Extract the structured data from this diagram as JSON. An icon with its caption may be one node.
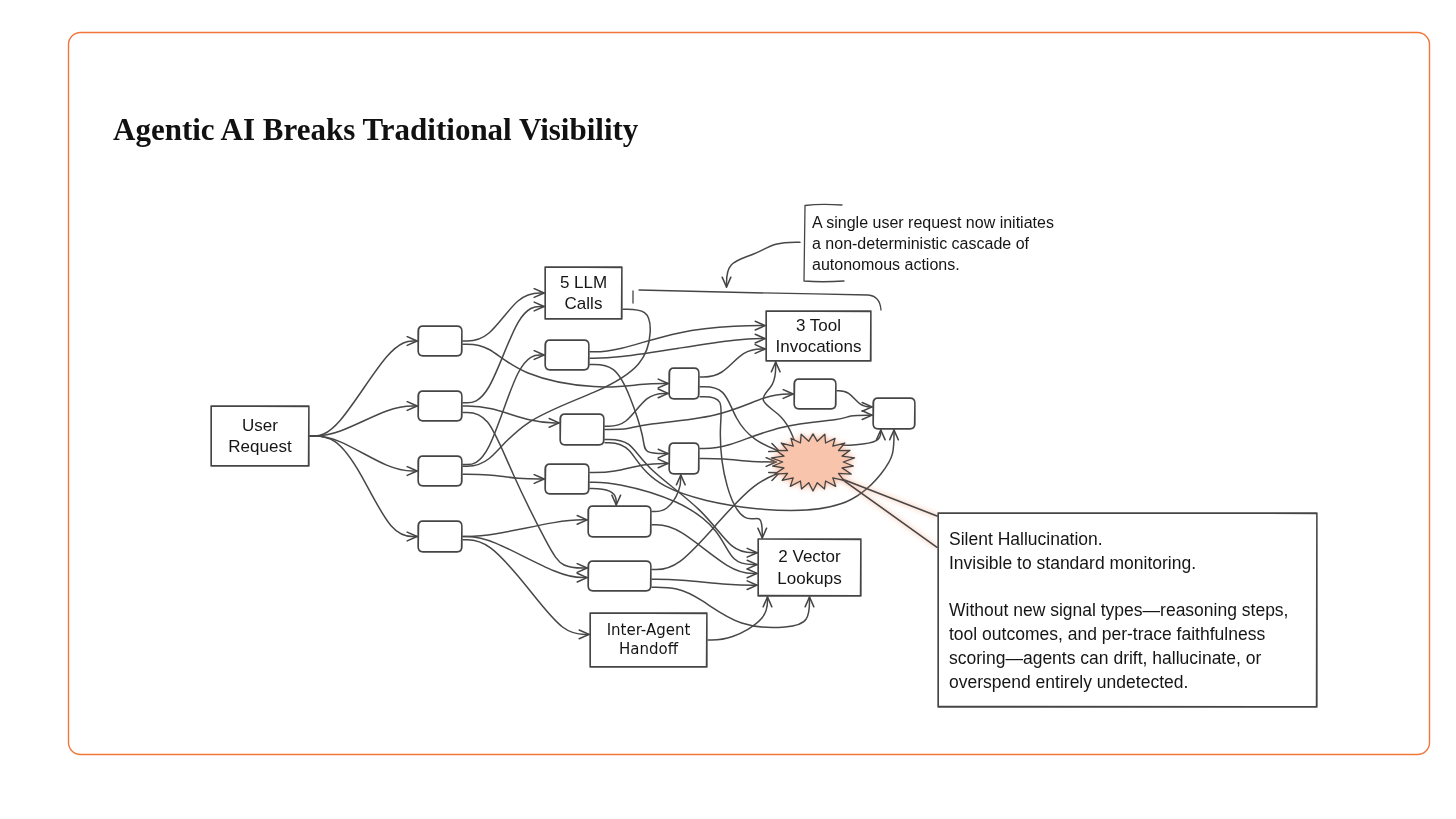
{
  "diagram": {
    "title": "Agentic AI Breaks Traditional Visibility",
    "nodes": [
      {
        "text": [
          "User Request"
        ]
      },
      {
        "text": [],
        "shape": "box"
      },
      {
        "text": [],
        "shape": "box"
      },
      {
        "text": [],
        "shape": "box"
      },
      {
        "text": [],
        "shape": "box"
      },
      {
        "text": [
          "5 LLM Calls"
        ]
      },
      {
        "text": [],
        "shape": "box"
      },
      {
        "text": [],
        "shape": "box"
      },
      {
        "text": [],
        "shape": "box"
      },
      {
        "text": [],
        "shape": "box"
      },
      {
        "text": [],
        "shape": "box"
      },
      {
        "text": [
          "Inter-Agent Handoff"
        ]
      },
      {
        "text": [],
        "shape": "box"
      },
      {
        "text": [],
        "shape": "box"
      },
      {
        "text": [
          "3 Tool Invocations"
        ]
      },
      {
        "text": [],
        "shape": "box"
      },
      {
        "text": [],
        "shape": "starburst"
      },
      {
        "text": [
          "2 Vector Lookups"
        ]
      },
      {
        "text": [],
        "shape": "box"
      },
      {
        "text": [
          "A single user request now initiates a non-deterministic cascade of autonomous actions."
        ]
      },
      {
        "text": [
          "Silent Hallucination.",
          "Invisible to standard monitoring.",
          "Without new signal types—reasoning steps, tool outcomes, and per-trace faithfulness scoring—agents can drift, hallucinate, or overspend entirely undetected."
        ]
      },
      {
        "text": [],
        "shape": "bracket"
      }
    ],
    "edges": [
      {
        "from": 0,
        "to": 1,
        "arrow": "to"
      },
      {
        "from": 0,
        "to": 2,
        "arrow": "to"
      },
      {
        "from": 0,
        "to": 3,
        "arrow": "to"
      },
      {
        "from": 0,
        "to": 4,
        "arrow": "to"
      },
      {
        "from": 1,
        "to": 5,
        "arrow": "to"
      },
      {
        "from": 2,
        "to": 5,
        "arrow": "to"
      },
      {
        "from": 1,
        "to": 12,
        "arrow": "to"
      },
      {
        "from": 2,
        "to": 7,
        "arrow": "to"
      },
      {
        "from": 2,
        "to": 10,
        "arrow": "to"
      },
      {
        "from": 3,
        "to": 6,
        "arrow": "to"
      },
      {
        "from": 3,
        "to": 5,
        "arrow": "none"
      },
      {
        "from": 3,
        "to": 8,
        "arrow": "to"
      },
      {
        "from": 4,
        "to": 9,
        "arrow": "to"
      },
      {
        "from": 4,
        "to": 10,
        "arrow": "to"
      },
      {
        "from": 4,
        "to": 11,
        "arrow": "to"
      },
      {
        "from": 6,
        "to": 14,
        "arrow": "to"
      },
      {
        "from": 6,
        "to": 14,
        "arrow": "to"
      },
      {
        "from": 6,
        "to": 13,
        "arrow": "to"
      },
      {
        "from": 7,
        "to": 12,
        "arrow": "to"
      },
      {
        "from": 7,
        "to": 15,
        "arrow": "to"
      },
      {
        "from": 7,
        "to": 18,
        "arrow": "to"
      },
      {
        "from": 7,
        "to": 17,
        "arrow": "to"
      },
      {
        "from": 8,
        "to": 13,
        "arrow": "to"
      },
      {
        "from": 8,
        "to": 9,
        "arrow": "to"
      },
      {
        "from": 8,
        "to": 17,
        "arrow": "to"
      },
      {
        "from": 9,
        "to": 13,
        "arrow": "to"
      },
      {
        "from": 9,
        "to": 17,
        "arrow": "to"
      },
      {
        "from": 10,
        "to": 16,
        "arrow": "to"
      },
      {
        "from": 10,
        "to": 17,
        "arrow": "to"
      },
      {
        "from": 10,
        "to": 17,
        "arrow": "to"
      },
      {
        "from": 11,
        "to": 17,
        "arrow": "to"
      },
      {
        "from": 12,
        "to": 14,
        "arrow": "to"
      },
      {
        "from": 12,
        "to": 16,
        "arrow": "to"
      },
      {
        "from": 12,
        "to": 17,
        "arrow": "to"
      },
      {
        "from": 13,
        "to": 16,
        "arrow": "to"
      },
      {
        "from": 13,
        "to": 18,
        "arrow": "to"
      },
      {
        "from": 16,
        "to": 14,
        "arrow": "to"
      },
      {
        "from": 15,
        "to": 18,
        "arrow": "to"
      },
      {
        "from": 16,
        "to": 18,
        "arrow": "to"
      },
      {
        "from": 19,
        "to": 21,
        "arrow": "to"
      },
      {
        "from": 20,
        "to": 16,
        "arrow": "none"
      }
    ]
  }
}
